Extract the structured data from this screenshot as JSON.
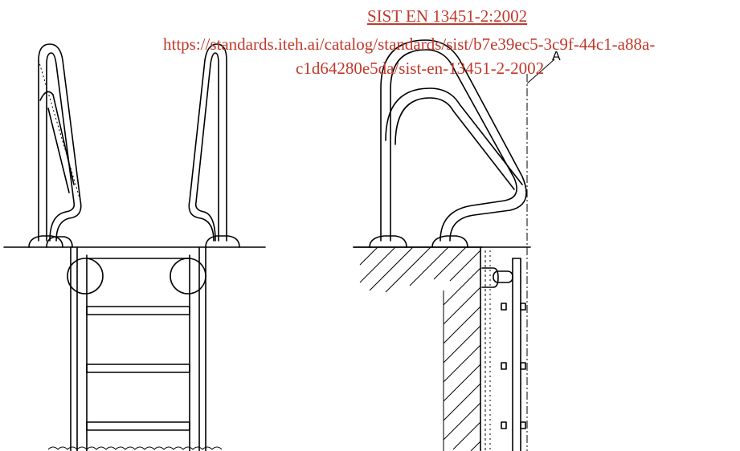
{
  "watermark": {
    "standard_id": "SIST EN 13451-2:2002",
    "url_line1": "https://standards.iteh.ai/catalog/standards/sist/b7e39ec5-3c9f-44c1-a88a-",
    "url_line2": "c1d64280e5da/sist-en-13451-2-2002",
    "color": "#c0392b"
  },
  "drawing": {
    "callout_label": "A"
  }
}
